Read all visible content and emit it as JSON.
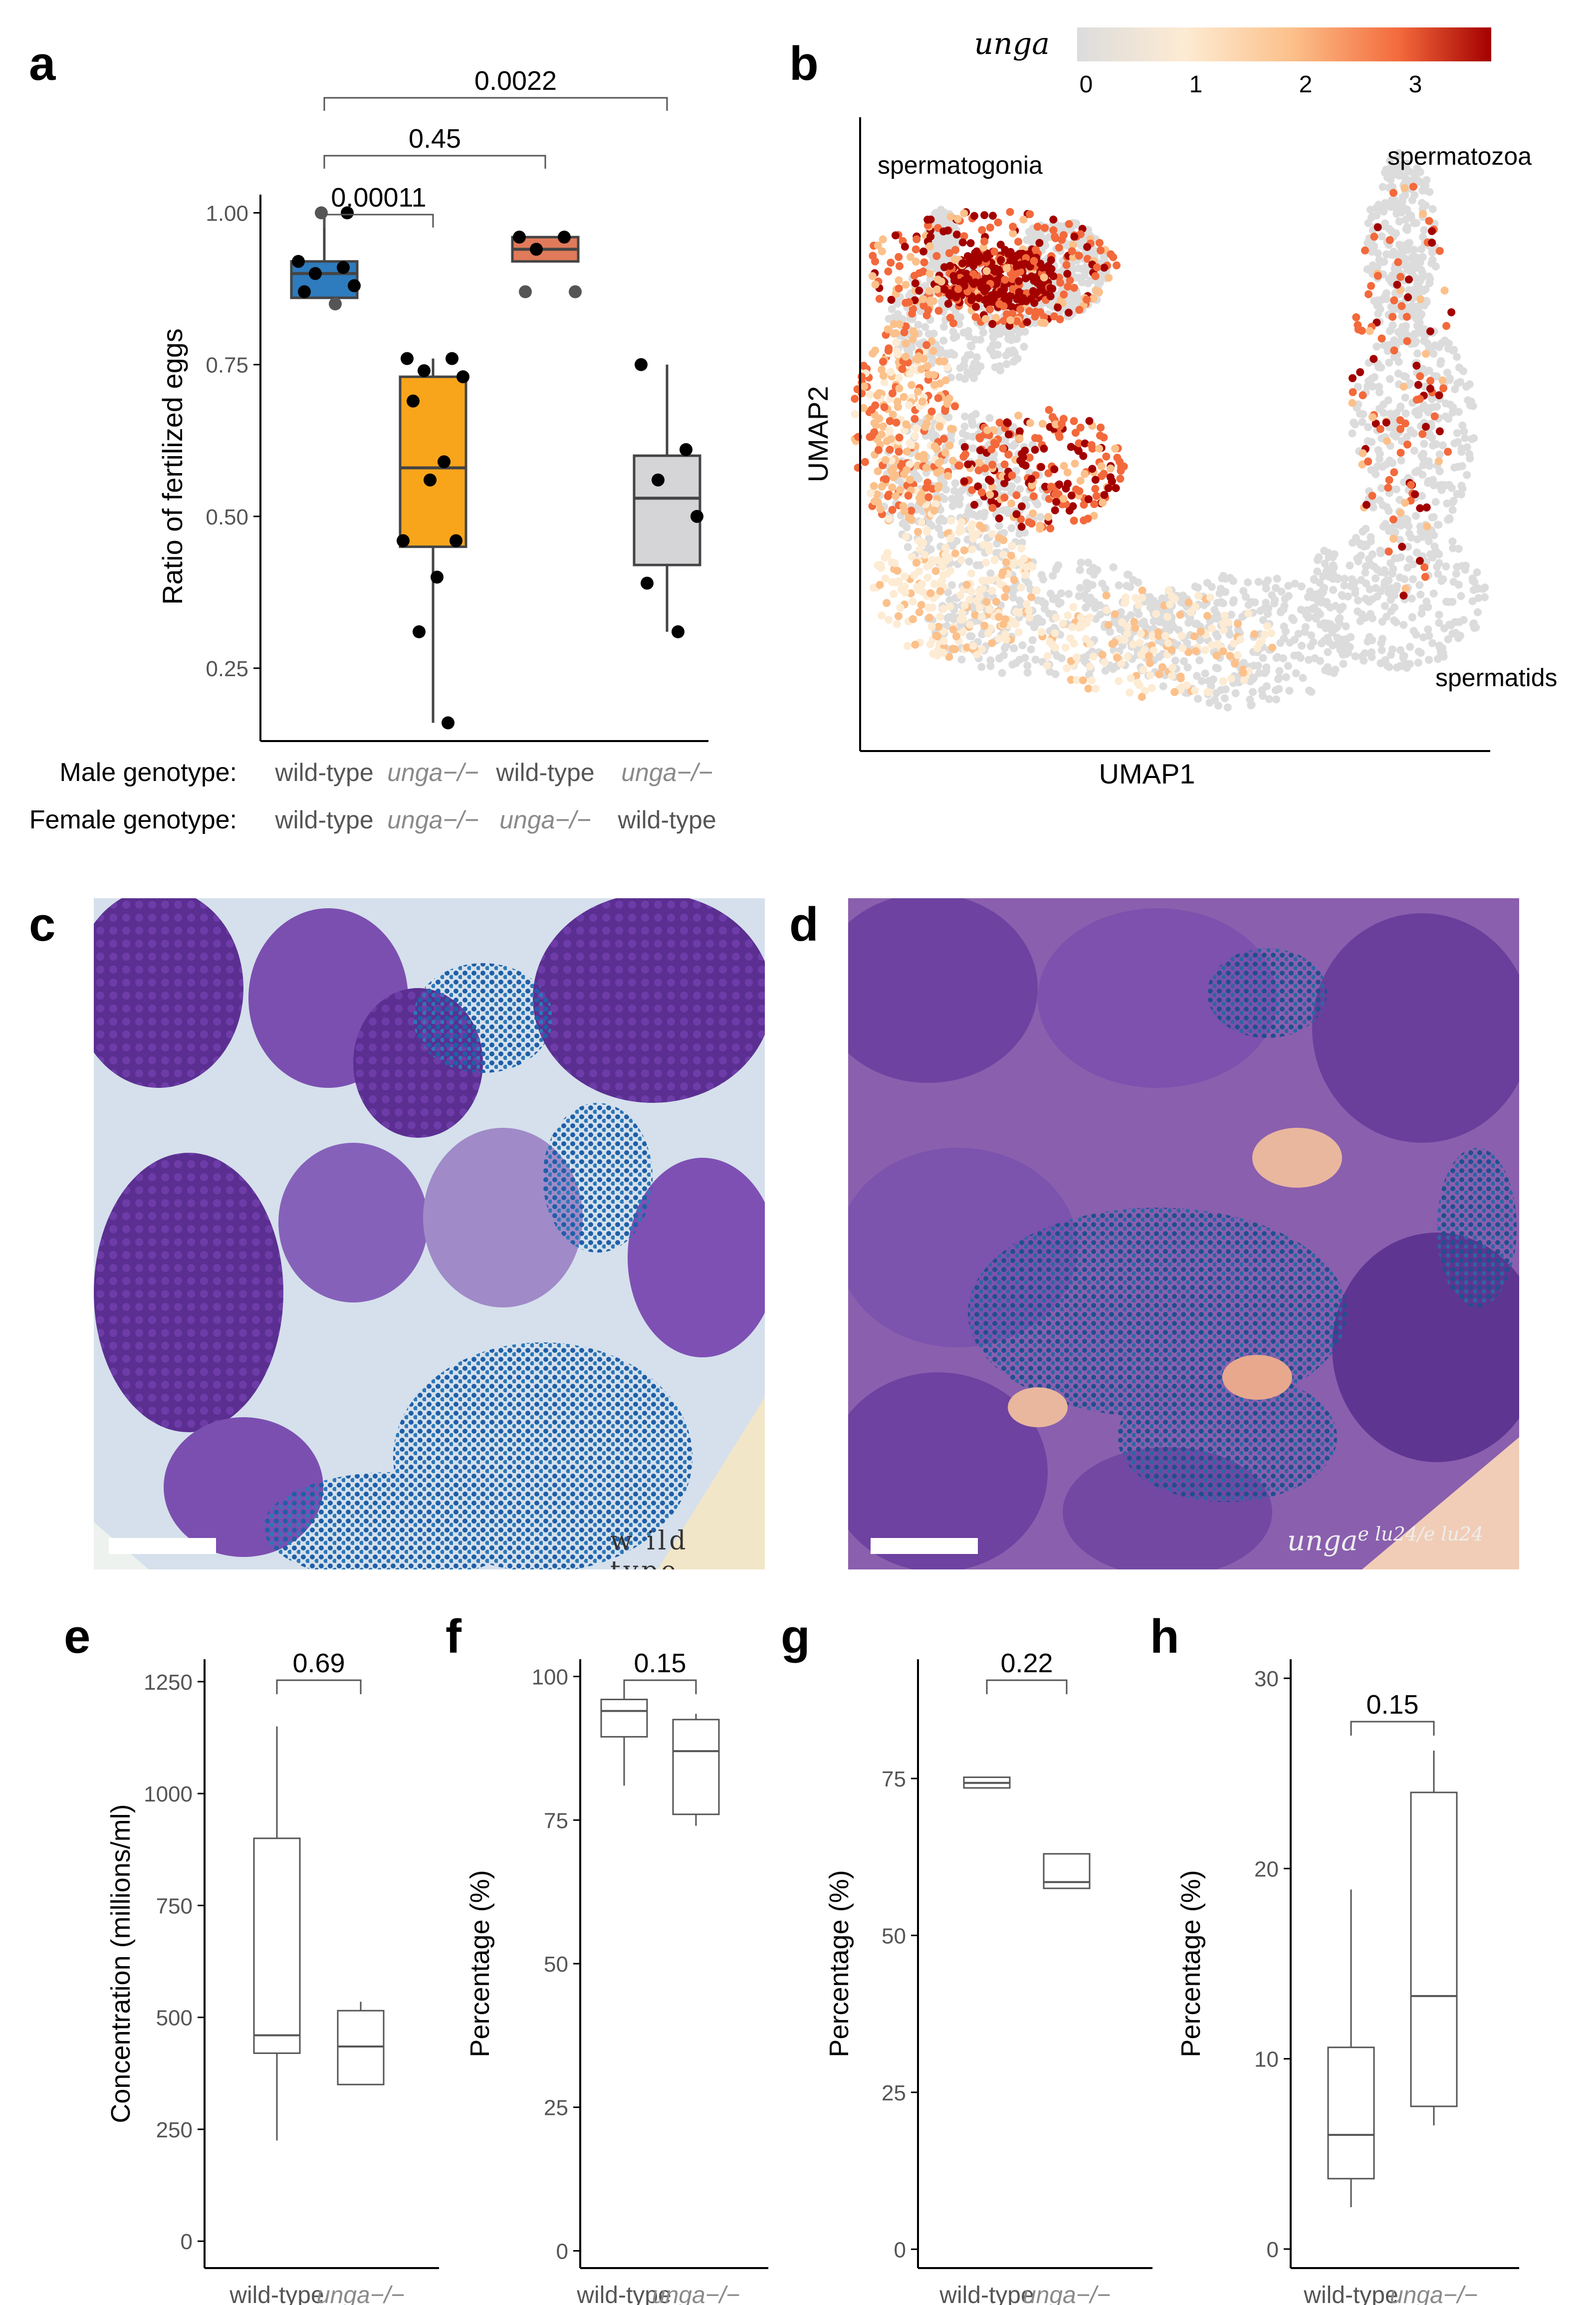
{
  "panels": {
    "a": {
      "letter": "a",
      "chart_data": {
        "type": "box",
        "ylabel": "Ratio of fertilized eggs",
        "ylim": [
          0.13,
          1.03
        ],
        "yticks": [
          "1.00",
          "0.75",
          "0.50",
          "0.25"
        ],
        "ytick_values": [
          1.0,
          0.75,
          0.5,
          0.25
        ],
        "row_labels": [
          "Male genotype:",
          "Female genotype:"
        ],
        "groups": [
          {
            "male": "wild-type",
            "female": "wild-type",
            "color": "#2e7bbd",
            "q1": 0.86,
            "median": 0.9,
            "q3": 0.92,
            "whisker_low": 0.86,
            "whisker_high": 1.0,
            "points": [
              0.92,
              0.91,
              0.9,
              0.88,
              0.87,
              0.85,
              1.0,
              1.0
            ]
          },
          {
            "male": "unga−/−",
            "female": "unga−/−",
            "color": "#f9a51b",
            "q1": 0.45,
            "median": 0.58,
            "q3": 0.73,
            "whisker_low": 0.16,
            "whisker_high": 0.76,
            "points": [
              0.76,
              0.76,
              0.74,
              0.73,
              0.69,
              0.59,
              0.56,
              0.46,
              0.46,
              0.4,
              0.31,
              0.16
            ]
          },
          {
            "male": "wild-type",
            "female": "unga−/−",
            "color": "#e07a5a",
            "q1": 0.92,
            "median": 0.94,
            "q3": 0.96,
            "whisker_low": 0.92,
            "whisker_high": 0.96,
            "points": [
              0.96,
              0.96,
              0.94,
              0.87,
              0.87
            ]
          },
          {
            "male": "unga−/−",
            "female": "wild-type",
            "color": "#d5d5d7",
            "q1": 0.42,
            "median": 0.53,
            "q3": 0.6,
            "whisker_low": 0.31,
            "whisker_high": 0.75,
            "points": [
              0.75,
              0.61,
              0.56,
              0.5,
              0.39,
              0.31
            ]
          }
        ],
        "comparisons": [
          {
            "from": 0,
            "to": 1,
            "label": "0.00011"
          },
          {
            "from": 0,
            "to": 2,
            "label": "0.45"
          },
          {
            "from": 0,
            "to": 3,
            "label": "0.0022"
          }
        ]
      }
    },
    "b": {
      "letter": "b",
      "chart_data": {
        "type": "scatter",
        "xlabel": "UMAP1",
        "ylabel": "UMAP2",
        "colorbar_title": "unga",
        "colorbar_ticks": [
          "0",
          "1",
          "2",
          "3"
        ],
        "colorbar_colors": [
          "#dcdcdc",
          "#fdebd3",
          "#fcc08a",
          "#f3693b",
          "#a30000"
        ],
        "background_point_color": "#dcdcdc",
        "annotations": [
          "spermatogonia",
          "spermatozoa",
          "spermatids"
        ]
      }
    },
    "c": {
      "letter": "c",
      "label": "w ild type"
    },
    "d": {
      "letter": "d",
      "label": "unga",
      "label_sup": "e lu24/e lu24"
    },
    "e": {
      "letter": "e",
      "chart_data": {
        "type": "box",
        "title": "Sperm concentration",
        "ylabel": "Concentration (millions/ml)",
        "ylim": [
          -60,
          1300
        ],
        "yticks": [
          "1250",
          "1000",
          "750",
          "500",
          "250",
          "0"
        ],
        "ytick_values": [
          1250,
          1000,
          750,
          500,
          250,
          0
        ],
        "categories": [
          "wild-type",
          "unga−/−"
        ],
        "boxes": [
          {
            "q1": 420,
            "median": 460,
            "q3": 900,
            "whisker_low": 225,
            "whisker_high": 1150
          },
          {
            "q1": 350,
            "median": 435,
            "q3": 515,
            "whisker_low": 350,
            "whisker_high": 535
          }
        ],
        "comparison": {
          "from": 0,
          "to": 1,
          "label": "0.69"
        }
      }
    },
    "f": {
      "letter": "f",
      "chart_data": {
        "type": "box",
        "title": "Total motility",
        "ylabel": "Percentage (%)",
        "ylim": [
          -3,
          103
        ],
        "yticks": [
          "100",
          "75",
          "50",
          "25",
          "0"
        ],
        "ytick_values": [
          100,
          75,
          50,
          25,
          0
        ],
        "categories": [
          "wild-type",
          "unga−/−"
        ],
        "boxes": [
          {
            "q1": 89.5,
            "median": 94,
            "q3": 96,
            "whisker_low": 81,
            "whisker_high": 97
          },
          {
            "q1": 76,
            "median": 87,
            "q3": 92.5,
            "whisker_low": 74,
            "whisker_high": 93.5
          }
        ],
        "comparison": {
          "from": 0,
          "to": 1,
          "label": "0.15"
        }
      }
    },
    "g": {
      "letter": "g",
      "chart_data": {
        "type": "box",
        "title": "Progressive motility",
        "ylabel": "Percentage (%)",
        "ylim": [
          -3,
          94
        ],
        "yticks": [
          "75",
          "50",
          "25",
          "0"
        ],
        "ytick_values": [
          75,
          50,
          25,
          0
        ],
        "categories": [
          "wild-type",
          "unga−/−"
        ],
        "boxes": [
          {
            "q1": 73.5,
            "median": 74.3,
            "q3": 75.2,
            "whisker_low": 73.5,
            "whisker_high": 75.2
          },
          {
            "q1": 57.5,
            "median": 58.5,
            "q3": 63,
            "whisker_low": 57.5,
            "whisker_high": 63
          }
        ],
        "comparison": {
          "from": 0,
          "to": 1,
          "label": "0.22"
        }
      }
    },
    "h": {
      "letter": "h",
      "chart_data": {
        "type": "box",
        "title": "Immotile sperm",
        "ylabel": "Percentage (%)",
        "ylim": [
          -1,
          31
        ],
        "yticks": [
          "30",
          "20",
          "10",
          "0"
        ],
        "ytick_values": [
          30,
          20,
          10,
          0
        ],
        "categories": [
          "wild-type",
          "unga−/−"
        ],
        "boxes": [
          {
            "q1": 3.7,
            "median": 6,
            "q3": 10.6,
            "whisker_low": 2.2,
            "whisker_high": 18.9
          },
          {
            "q1": 7.5,
            "median": 13.3,
            "q3": 24,
            "whisker_low": 6.5,
            "whisker_high": 26.2
          }
        ],
        "comparison": {
          "from": 0,
          "to": 1,
          "label": "0.15"
        }
      }
    }
  }
}
